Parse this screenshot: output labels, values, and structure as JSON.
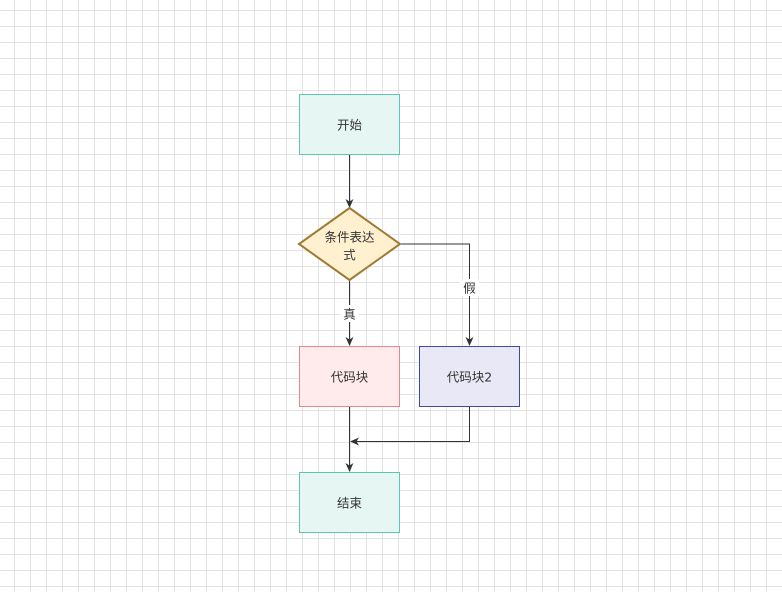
{
  "diagram": {
    "nodes": {
      "start": {
        "label": "开始",
        "fill": "#e6f7f3",
        "stroke": "#5cc6b2"
      },
      "condition": {
        "label_line1": "条件表达",
        "label_line2": "式",
        "fill": "#fff0cf",
        "stroke": "#a07a32"
      },
      "block1": {
        "label": "代码块",
        "fill": "#ffebeb",
        "stroke": "#e08a8a"
      },
      "block2": {
        "label": "代码块2",
        "fill": "#e8e8f6",
        "stroke": "#3d4aa0"
      },
      "end": {
        "label": "结束",
        "fill": "#e6f7f3",
        "stroke": "#5cc6b2"
      }
    },
    "edges": {
      "true_label": "真",
      "false_label": "假",
      "line_color": "#333333"
    },
    "grid_color": "#e3e3e3"
  }
}
